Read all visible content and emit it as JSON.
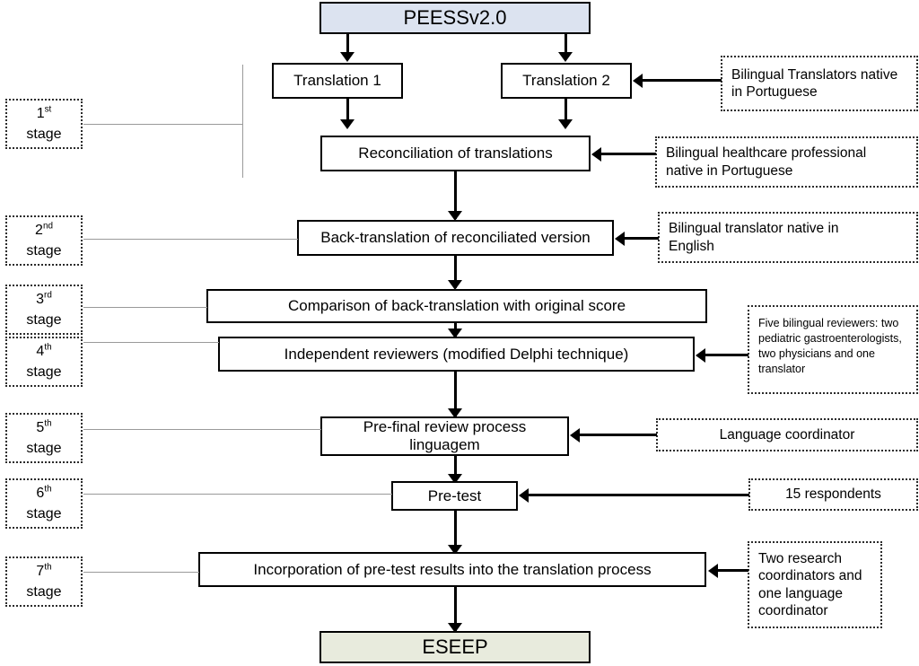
{
  "diagram": {
    "title": "PEESSv2.0 translation and cross-cultural adaptation flowchart",
    "colors": {
      "start_fill": "#dce3f0",
      "end_fill": "#e8ebdd",
      "line": "#000000",
      "connector_gray": "#9a9a9a",
      "border": "#000000"
    }
  },
  "start_node": {
    "label": "PEESSv2.0"
  },
  "end_node": {
    "label": "ESEEP"
  },
  "process_nodes": {
    "translation_1": {
      "label": "Translation 1"
    },
    "translation_2": {
      "label": "Translation 2"
    },
    "reconciliation": {
      "label": "Reconciliation of translations"
    },
    "back_translation": {
      "label": "Back-translation of reconciliated version"
    },
    "comparison": {
      "label": "Comparison of back-translation with original score"
    },
    "independent_reviewers": {
      "label": "Independent reviewers (modified Delphi technique)"
    },
    "prefinal_review": {
      "line1": "Pre-final review process",
      "line2": "linguagem"
    },
    "pretest": {
      "label": "Pre-test"
    },
    "incorporation": {
      "label": "Incorporation of pre-test results into the translation process"
    }
  },
  "stages": [
    {
      "ordinal": "1",
      "suffix": "st",
      "word": "stage"
    },
    {
      "ordinal": "2",
      "suffix": "nd",
      "word": "stage"
    },
    {
      "ordinal": "3",
      "suffix": "rd",
      "word": "stage"
    },
    {
      "ordinal": "4",
      "suffix": "th",
      "word": "stage"
    },
    {
      "ordinal": "5",
      "suffix": "th",
      "word": "stage"
    },
    {
      "ordinal": "6",
      "suffix": "th",
      "word": "stage"
    },
    {
      "ordinal": "7",
      "suffix": "th",
      "word": "stage"
    }
  ],
  "notes": {
    "bilingual_translators": {
      "line1": "Bilingual Translators native",
      "line2": "in Portuguese"
    },
    "healthcare_professional": {
      "line1": "Bilingual healthcare professional",
      "line2": "native in Portuguese"
    },
    "english_translator": {
      "line1": "Bilingual translator native in",
      "line2": "English"
    },
    "five_reviewers": {
      "text": "Five bilingual reviewers: two pediatric gastroenterologists, two physicians and one translator"
    },
    "language_coordinator": {
      "text": "Language coordinator"
    },
    "respondents": {
      "text": "15 respondents"
    },
    "research_coordinators": {
      "text": "Two research coordinators and one language coordinator"
    }
  }
}
